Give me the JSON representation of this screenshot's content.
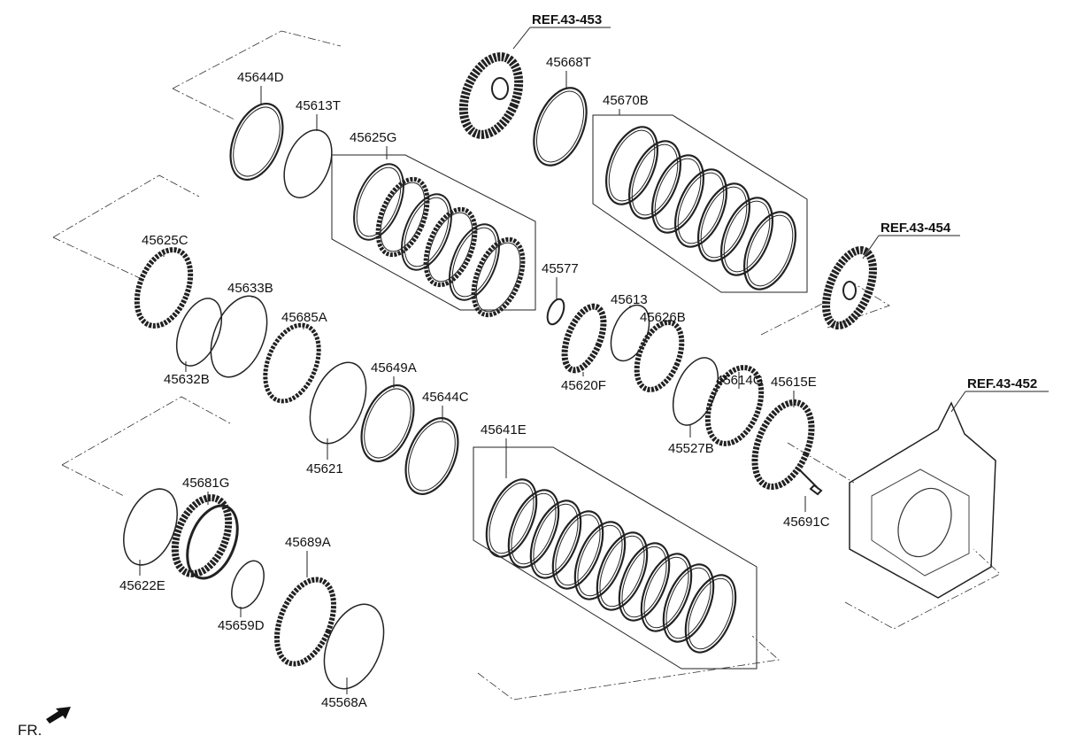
{
  "diagram": {
    "references": [
      {
        "id": "ref-43-453",
        "text": "REF.43-453"
      },
      {
        "id": "ref-43-454",
        "text": "REF.43-454"
      },
      {
        "id": "ref-43-452",
        "text": "REF.43-452"
      }
    ],
    "parts": [
      {
        "id": "45668T",
        "text": "45668T"
      },
      {
        "id": "45644D",
        "text": "45644D"
      },
      {
        "id": "45613T",
        "text": "45613T"
      },
      {
        "id": "45670B",
        "text": "45670B"
      },
      {
        "id": "45625G",
        "text": "45625G"
      },
      {
        "id": "45625C",
        "text": "45625C"
      },
      {
        "id": "45633B",
        "text": "45633B"
      },
      {
        "id": "45577",
        "text": "45577"
      },
      {
        "id": "45613",
        "text": "45613"
      },
      {
        "id": "45626B",
        "text": "45626B"
      },
      {
        "id": "45685A",
        "text": "45685A"
      },
      {
        "id": "45632B",
        "text": "45632B"
      },
      {
        "id": "45620F",
        "text": "45620F"
      },
      {
        "id": "45614G",
        "text": "45614G"
      },
      {
        "id": "45649A",
        "text": "45649A"
      },
      {
        "id": "45644C",
        "text": "45644C"
      },
      {
        "id": "45615E",
        "text": "45615E"
      },
      {
        "id": "45527B",
        "text": "45527B"
      },
      {
        "id": "45641E",
        "text": "45641E"
      },
      {
        "id": "45621",
        "text": "45621"
      },
      {
        "id": "45681G",
        "text": "45681G"
      },
      {
        "id": "45691C",
        "text": "45691C"
      },
      {
        "id": "45622E",
        "text": "45622E"
      },
      {
        "id": "45689A",
        "text": "45689A"
      },
      {
        "id": "45659D",
        "text": "45659D"
      },
      {
        "id": "45568A",
        "text": "45568A"
      }
    ],
    "direction_label": "FR."
  }
}
